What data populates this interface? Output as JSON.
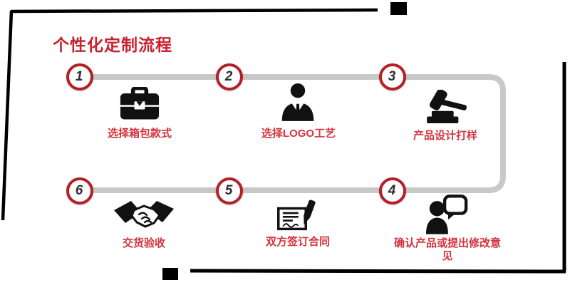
{
  "title": "个性化定制流程",
  "colors": {
    "title_red": "#c8222f",
    "label_red": "#d5333f",
    "circle_ring_red": "#b32026",
    "connector_gray": "#c8c8c8",
    "icon_black": "#111111",
    "frame_black": "#000000"
  },
  "steps": [
    {
      "number": "1",
      "label": "选择箱包款式",
      "icon": "briefcase-icon"
    },
    {
      "number": "2",
      "label": "选择LOGO工艺",
      "icon": "businessman-icon"
    },
    {
      "number": "3",
      "label": "产品设计打样",
      "icon": "gavel-icon"
    },
    {
      "number": "4",
      "label": "确认产品或提出修改意见",
      "icon": "person-speech-bubble-icon"
    },
    {
      "number": "5",
      "label": "双方签订合同",
      "icon": "contract-signing-icon"
    },
    {
      "number": "6",
      "label": "交货验收",
      "icon": "handshake-icon"
    }
  ]
}
